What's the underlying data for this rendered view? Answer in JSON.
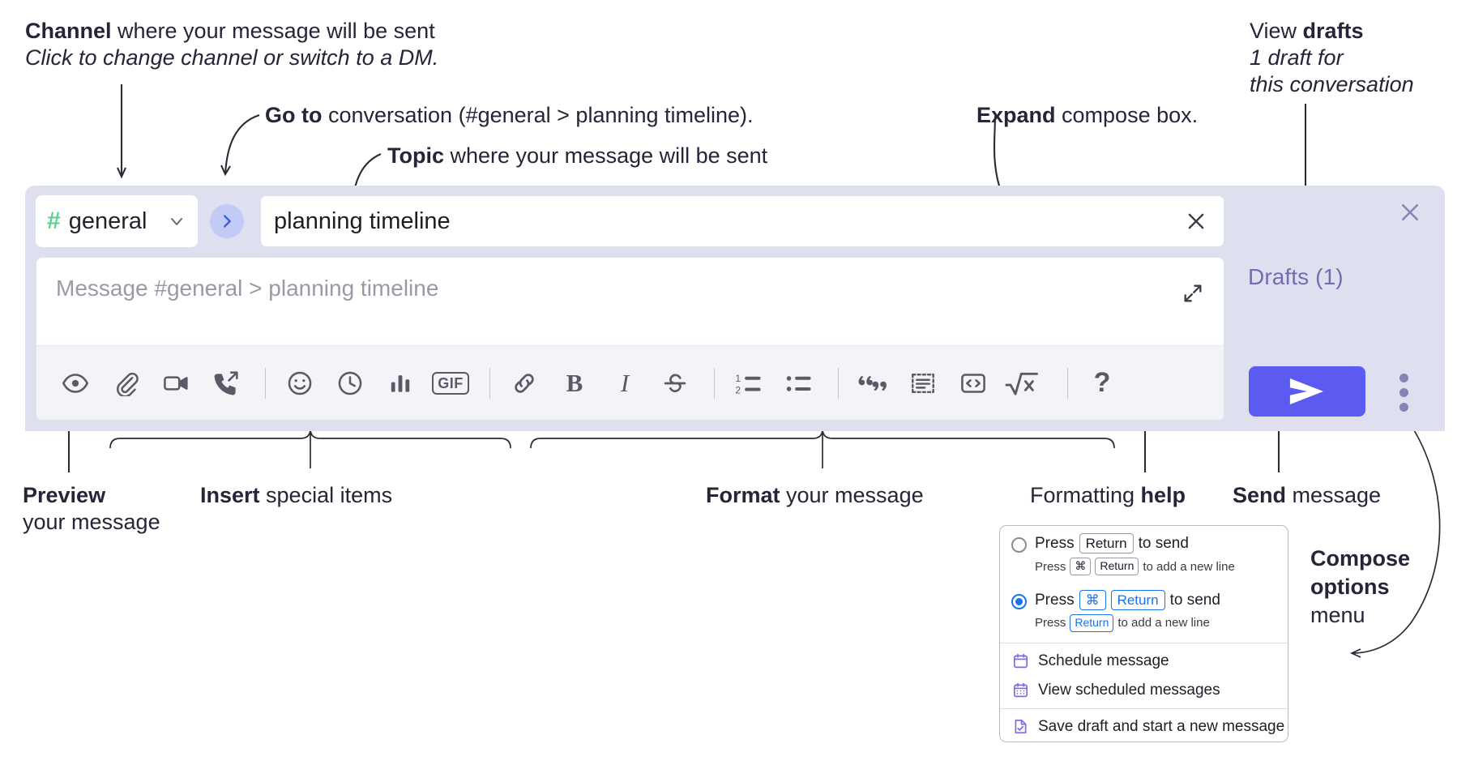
{
  "annotations": {
    "channel": {
      "line1_bold": "Channel",
      "line1_rest": " where your message will be sent",
      "line2_italic": "Click to change channel or switch to a DM."
    },
    "goto": {
      "bold": "Go to",
      "rest": " conversation (#general > planning timeline)."
    },
    "topic": {
      "bold": "Topic",
      "rest": " where your message will be sent"
    },
    "expand": {
      "bold": "Expand",
      "rest": " compose box."
    },
    "drafts": {
      "line1_plain": "View ",
      "line1_bold": "drafts",
      "line2_italic": "1 draft for",
      "line3_italic": "this conversation"
    },
    "preview": {
      "bold": "Preview",
      "line2": "your message"
    },
    "insert": {
      "bold": "Insert",
      "rest": " special items"
    },
    "format": {
      "bold": "Format",
      "rest": " your message"
    },
    "help": {
      "plain": "Formatting ",
      "bold": "help"
    },
    "send": {
      "bold": "Send",
      "rest": " message"
    },
    "compose_options": {
      "line1": "Compose",
      "line2": "options",
      "line3": "menu"
    }
  },
  "compose": {
    "channel": {
      "hash": "#",
      "name": "general",
      "chevron": "chevron-down"
    },
    "goto_button_label": "chevron-right",
    "topic": {
      "value": "planning timeline",
      "clear_label": "close"
    },
    "message": {
      "placeholder": "Message #general > planning timeline"
    },
    "drafts_label": "Drafts (1)",
    "panel_close_label": "close",
    "expand_label": "expand",
    "send_label": "send",
    "kebab_label": "more-options",
    "colors": {
      "panel_bg": "#dfe0ef",
      "send_bg": "#5b5bf2",
      "hash_green": "#5fcf91",
      "goto_bg": "#c2caf6",
      "drafts_text": "#6f6fb0",
      "accent_blue": "#1a73e8",
      "menu_icon_purple": "#7b68ee"
    },
    "toolbar": [
      {
        "name": "preview-icon",
        "glyph": "eye"
      },
      {
        "name": "attachment-icon",
        "glyph": "paperclip"
      },
      {
        "name": "video-clip-icon",
        "glyph": "video"
      },
      {
        "name": "audio-clip-icon",
        "glyph": "phone-forward"
      },
      {
        "name": "separator-1",
        "glyph": "sep"
      },
      {
        "name": "emoji-icon",
        "glyph": "smiley"
      },
      {
        "name": "schedule-icon",
        "glyph": "clock"
      },
      {
        "name": "poll-icon",
        "glyph": "bar-chart"
      },
      {
        "name": "gif-icon",
        "glyph": "gif",
        "label": "GIF"
      },
      {
        "name": "separator-2",
        "glyph": "sep"
      },
      {
        "name": "link-icon",
        "glyph": "link"
      },
      {
        "name": "bold-icon",
        "glyph": "bold",
        "label": "B"
      },
      {
        "name": "italic-icon",
        "glyph": "italic",
        "label": "I"
      },
      {
        "name": "strikethrough-icon",
        "glyph": "strike"
      },
      {
        "name": "separator-3",
        "glyph": "sep"
      },
      {
        "name": "ordered-list-icon",
        "glyph": "ol"
      },
      {
        "name": "bulleted-list-icon",
        "glyph": "ul"
      },
      {
        "name": "separator-4",
        "glyph": "sep"
      },
      {
        "name": "blockquote-icon",
        "glyph": "quote"
      },
      {
        "name": "code-block-icon",
        "glyph": "codeblock"
      },
      {
        "name": "code-icon",
        "glyph": "code"
      },
      {
        "name": "math-icon",
        "glyph": "math"
      },
      {
        "name": "separator-5",
        "glyph": "sep"
      },
      {
        "name": "formatting-help-icon",
        "glyph": "question",
        "label": "?"
      }
    ]
  },
  "menu": {
    "options": [
      {
        "selected": false,
        "main_prefix": "Press",
        "main_key": "Return",
        "main_suffix": "to send",
        "sub_prefix": "Press",
        "sub_key1": "⌘",
        "sub_key2": "Return",
        "sub_suffix": "to add a new line"
      },
      {
        "selected": true,
        "main_prefix": "Press",
        "main_key1": "⌘",
        "main_key2": "Return",
        "main_suffix": "to send",
        "sub_prefix": "Press",
        "sub_key": "Return",
        "sub_suffix": "to add a new line"
      }
    ],
    "items": [
      {
        "icon": "calendar-icon",
        "label": "Schedule message"
      },
      {
        "icon": "calendar-grid-icon",
        "label": "View scheduled messages"
      },
      {
        "icon": "save-draft-icon",
        "label": "Save draft and start a new message",
        "divider_above": true
      }
    ]
  }
}
